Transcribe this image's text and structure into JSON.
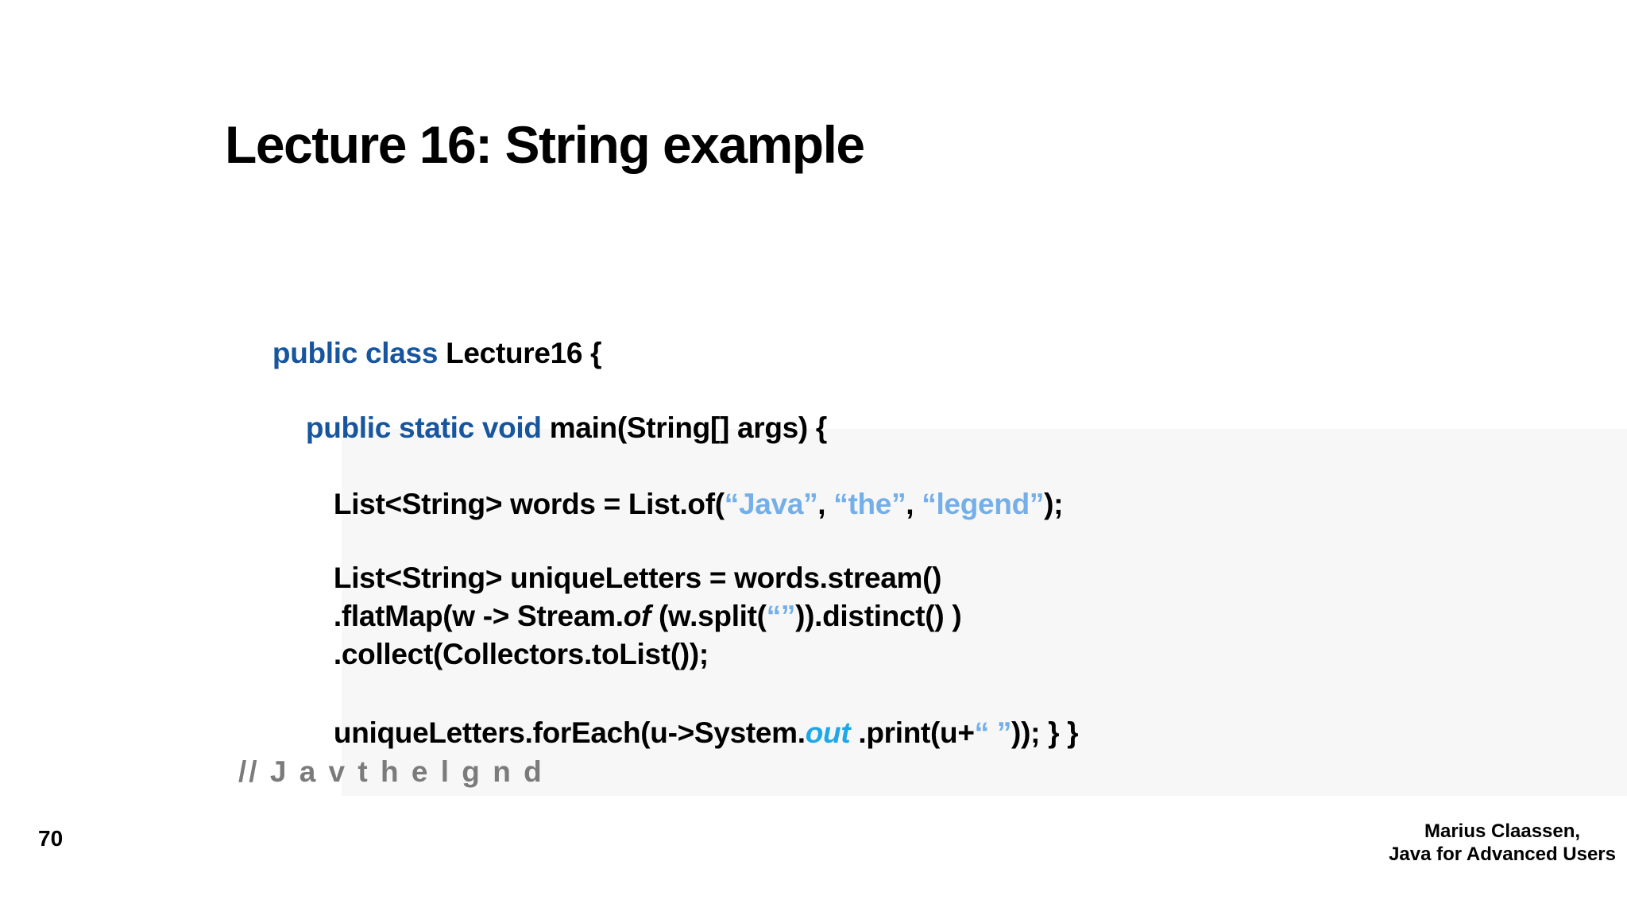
{
  "slide": {
    "title": "Lecture 16: String example",
    "page_number": "70",
    "attribution": {
      "line1": "Marius Claassen,",
      "line2": "Java for Advanced Users"
    }
  },
  "colors": {
    "keyword_blue": "#17569e",
    "string_light_blue": "#74afe9",
    "out_field_cyan": "#1ea8e7",
    "comment_gray": "#7b7b7b",
    "text_black": "#000000",
    "code_panel_tint": "#f7f7f8"
  },
  "code": {
    "class_decl": {
      "keyword": "public class",
      "rest": " Lecture16 {"
    },
    "main_decl": {
      "keyword": "public static void",
      "rest": " main(String[] args) {"
    },
    "words_decl": {
      "p1": "List<String> words = List.of(",
      "str1": "“Java”",
      "p2": ", ",
      "str2": "“the”",
      "p3": ", ",
      "str3": "“legend”",
      "p4": ");"
    },
    "stream_decl": {
      "p1": "List<String> uniqueLetters = words.stream()"
    },
    "flatmap": {
      "p1": ".flatMap(w -> Stream.",
      "of_method": "of",
      "p2": " (w.split(",
      "str1": "“”",
      "p3": ")).distinct() )"
    },
    "collect": {
      "p1": ".collect(Collectors.toList());"
    },
    "foreach": {
      "p1": "uniqueLetters.forEach(u->System.",
      "out_field": "out",
      "p2": " .print(u+",
      "str1": "“ ”",
      "p3": ")); } }"
    },
    "comment": "// J a v t h e l g n d"
  }
}
